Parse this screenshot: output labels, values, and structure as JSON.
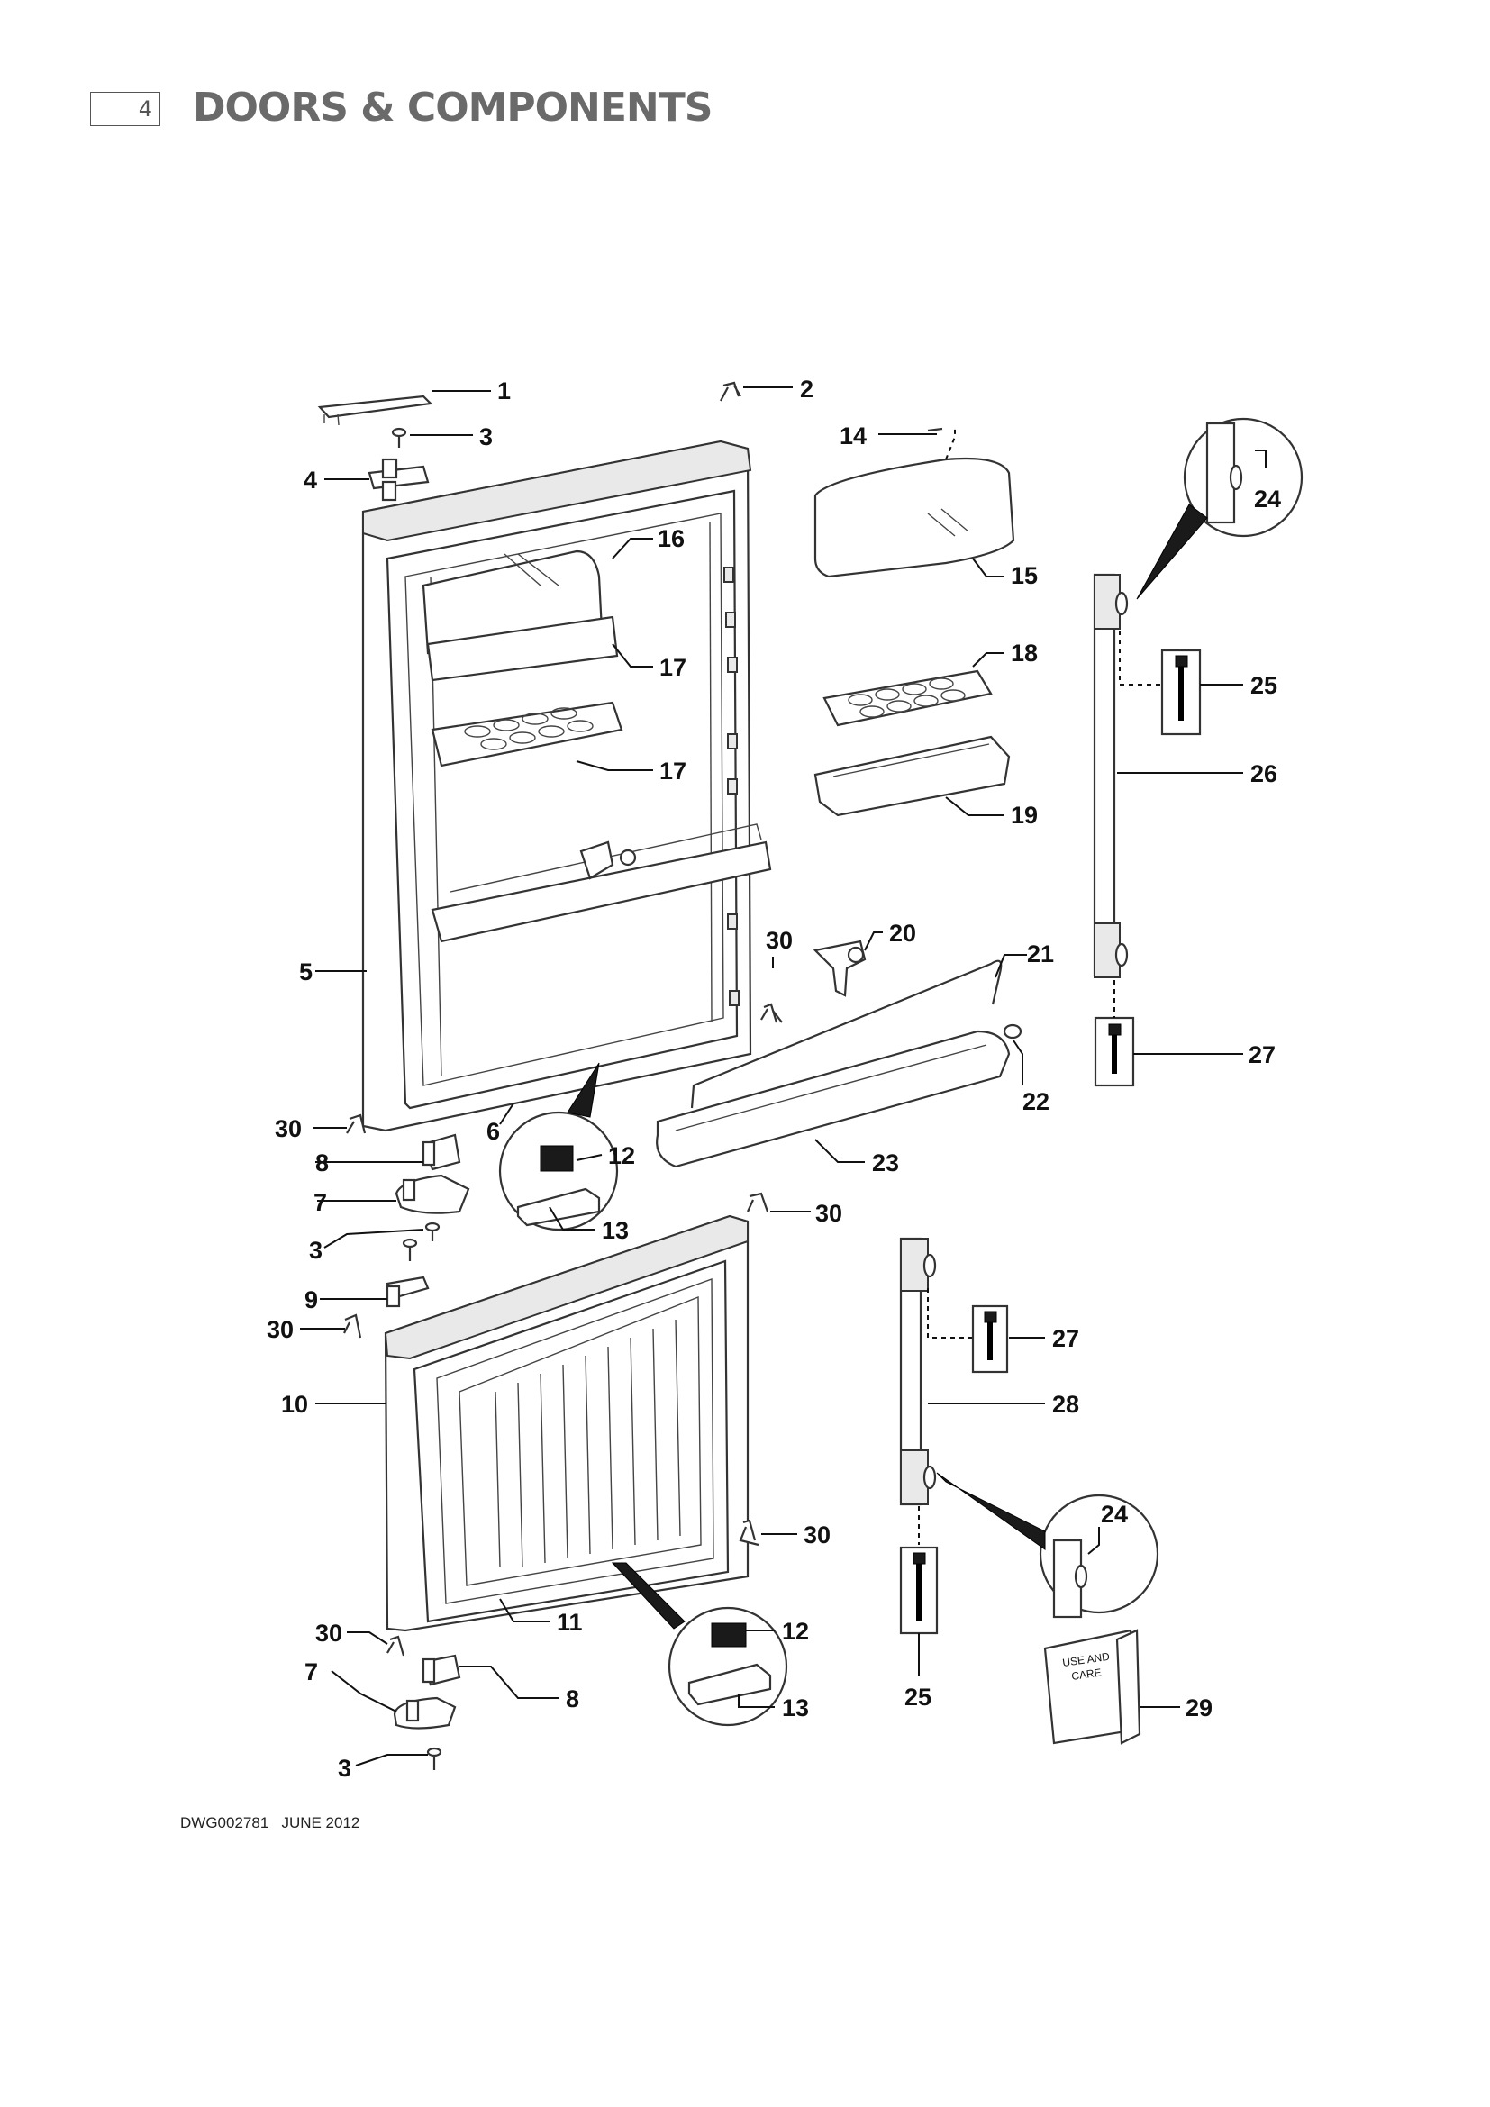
{
  "header": {
    "page_number": "4",
    "title": "DOORS & COMPONENTS"
  },
  "callouts": {
    "c1": "1",
    "c2": "2",
    "c3a": "3",
    "c4": "4",
    "c14": "14",
    "c16": "16",
    "c15": "15",
    "c24a": "24",
    "c17a": "17",
    "c18": "18",
    "c25a": "25",
    "c17b": "17",
    "c26": "26",
    "c19": "19",
    "c5": "5",
    "c30a": "30",
    "c20": "20",
    "c21": "21",
    "c27a": "27",
    "c22": "22",
    "c30b": "30",
    "c6": "6",
    "c12a": "12",
    "c8a": "8",
    "c23": "23",
    "c7a": "7",
    "c13a": "13",
    "c30c": "30",
    "c3b": "3",
    "c9": "9",
    "c30d": "30",
    "c27b": "27",
    "c10": "10",
    "c28": "28",
    "c30e": "30",
    "c24b": "24",
    "c11": "11",
    "c30f": "30",
    "c12b": "12",
    "c7b": "7",
    "c8b": "8",
    "c13b": "13",
    "c25b": "25",
    "c29": "29",
    "c3c": "3"
  },
  "manual_cover": {
    "line1": "USE AND",
    "line2": "CARE"
  },
  "footer": {
    "drawing_ref": "DWG002781   JUNE 2012"
  }
}
